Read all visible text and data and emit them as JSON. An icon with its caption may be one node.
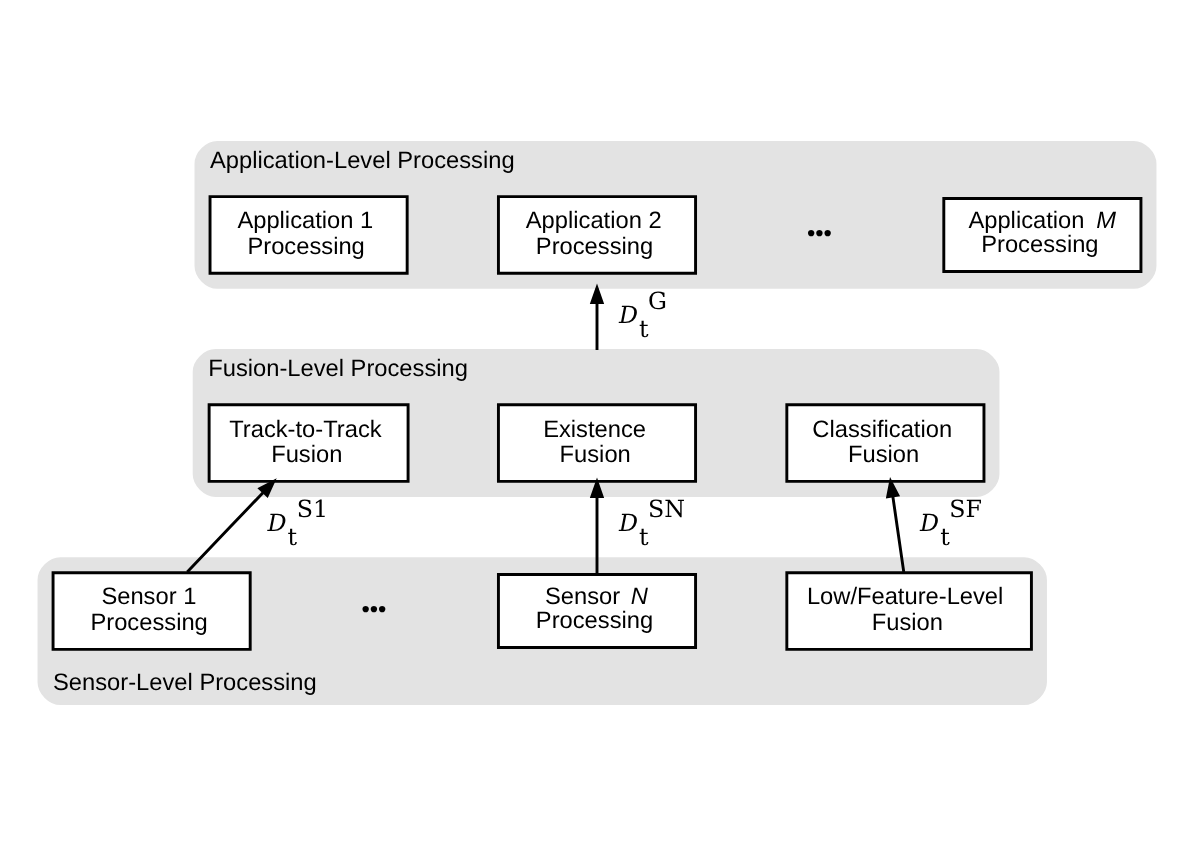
{
  "diagram": {
    "nodes": [
      {
        "text": [
          "Application-Level Processing"
        ]
      },
      {
        "text": [
          "Application 1 Processing"
        ],
        "in": 0
      },
      {
        "text": [
          "Application 2 Processing"
        ],
        "in": 0
      },
      {
        "text": [
          "Application *M* Processing"
        ],
        "in": 0
      },
      {
        "text": [
          "Fusion-Level Processing"
        ]
      },
      {
        "text": [
          "Track-to-Track Fusion"
        ],
        "in": 4
      },
      {
        "text": [
          "Existence Fusion"
        ],
        "in": 4
      },
      {
        "text": [
          "Classification Fusion"
        ],
        "in": 4
      },
      {
        "text": [
          "Sensor-Level Processing"
        ]
      },
      {
        "text": [
          "Sensor 1 Processing"
        ],
        "in": 8
      },
      {
        "text": [
          "Sensor *N* Processing"
        ],
        "in": 8
      },
      {
        "text": [
          "Low/Feature-Level Fusion"
        ],
        "in": 8
      }
    ],
    "edges": [
      {
        "from": 4,
        "to": 0,
        "arrow": "to",
        "label": "*D*$_{t}$$^{G}$"
      },
      {
        "from": 9,
        "to": 5,
        "arrow": "to",
        "label": "*D*$_{t}$$^{S1}$"
      },
      {
        "from": 10,
        "to": 6,
        "arrow": "to",
        "label": "*D*$_{t}$$^{SN}$"
      },
      {
        "from": 11,
        "to": 7,
        "arrow": "to",
        "label": "*D*$_{t}$$^{SF}$"
      }
    ],
    "labels": [
      "•••",
      "•••"
    ]
  }
}
